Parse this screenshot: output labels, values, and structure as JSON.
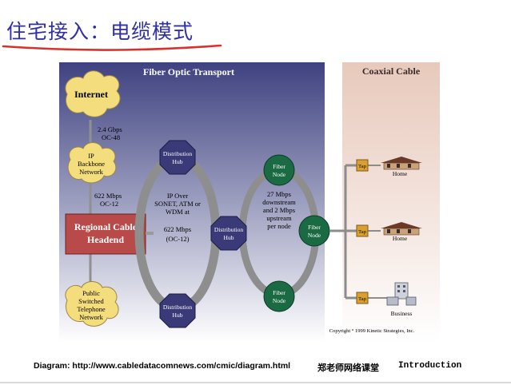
{
  "slide": {
    "title": "住宅接入：电缆模式",
    "source": "Diagram: http://www.cabledatacomnews.com/cmic/diagram.html",
    "brand": "郑老师网络课堂",
    "section": "Introduction"
  },
  "diagram": {
    "fiber_header": "Fiber Optic Transport",
    "coax_header": "Coaxial Cable",
    "clouds": {
      "internet": "Internet",
      "ip_backbone": [
        "IP",
        "Backbone",
        "Network"
      ],
      "pstn": [
        "Public",
        "Switched",
        "Telephone",
        "Network"
      ]
    },
    "links": {
      "internet_backbone": [
        "2.4 Gbps",
        "OC-48"
      ],
      "backbone_headend": [
        "622 Mbps",
        "OC-12"
      ]
    },
    "headend": [
      "Regional Cable",
      "Headend"
    ],
    "hubs": {
      "top": [
        "Distribution",
        "Hub"
      ],
      "middle": [
        "Distribution",
        "Hub"
      ],
      "bottom": [
        "Distribution",
        "Hub"
      ]
    },
    "ring1_text": [
      "IP Over",
      "SONET, ATM or",
      "WDM at",
      "622 Mbps",
      "(OC-12)"
    ],
    "ring2_text": [
      "27 Mbps",
      "downstream",
      "and 2 Mbps",
      "upstream",
      "per node"
    ],
    "fiber_nodes": {
      "top": [
        "Fiber",
        "Node"
      ],
      "right": [
        "Fiber",
        "Node"
      ],
      "bottom": [
        "Fiber",
        "Node"
      ]
    },
    "taps": [
      "Tap",
      "Tap",
      "Tap"
    ],
    "endpoints": [
      "Home",
      "Home",
      "Business"
    ],
    "copyright": "Copyright ° 1999 Kinetic Strategies, Inc."
  },
  "colors": {
    "title": "#2f2fa6",
    "fiber_panel": "#444783",
    "coax_panel": "#ecd4c8",
    "headend": "#b84a4a",
    "hub": "#3a3a78",
    "fiber_node": "#1a6b43",
    "tap": "#d9a030",
    "cloud": "#f3dd7c"
  }
}
